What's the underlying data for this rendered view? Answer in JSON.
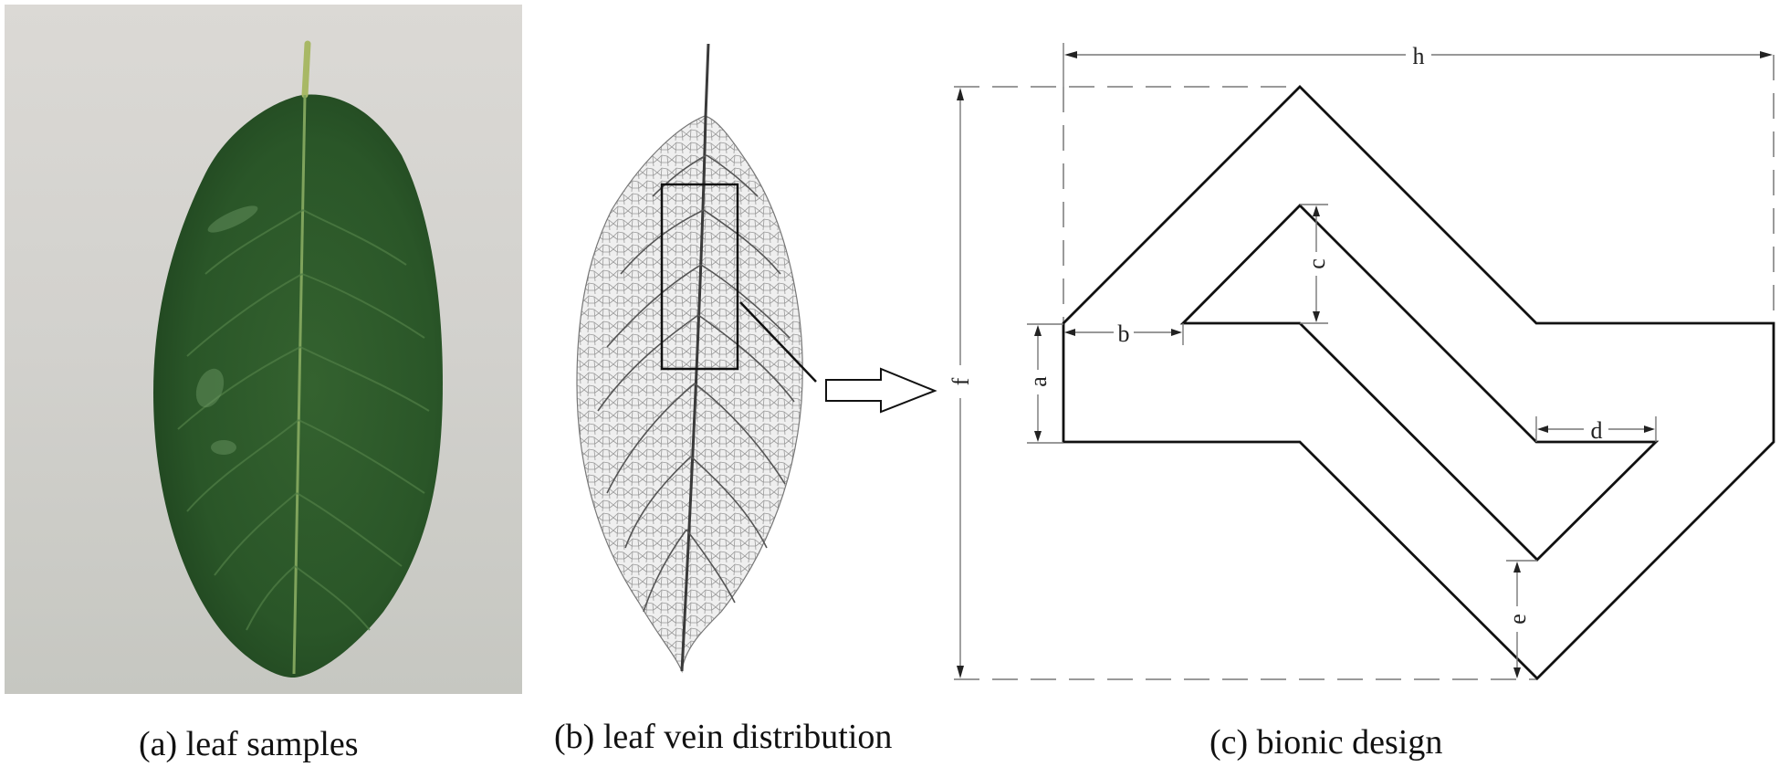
{
  "figure": {
    "panels": [
      {
        "id": "a",
        "caption": "(a) leaf samples",
        "content": "photo of a green leaf on grey background",
        "colors": {
          "background": "#d6d4cf",
          "leaf": "#2d5a2a",
          "leaf_dark": "#1f4420",
          "midrib": "#8fae6a"
        }
      },
      {
        "id": "b",
        "caption": "(b) leaf vein distribution",
        "content": "leaf skeleton showing vein network with highlighted rectangular region and arrow pointing to panel (c)",
        "colors": {
          "vein": "#555555",
          "midrib": "#333333",
          "highlight_box": "#111111"
        }
      },
      {
        "id": "c",
        "caption": "(c) bionic design",
        "content": "bionic Z-shaped / zigzag structure with dimension labels",
        "dimension_labels": [
          "a",
          "b",
          "c",
          "d",
          "e",
          "f",
          "h"
        ],
        "colors": {
          "outline": "#111111",
          "dimension": "#777777",
          "dashed": "#9a9a9a"
        }
      }
    ]
  },
  "dimensions": {
    "a": "a",
    "b": "b",
    "c": "c",
    "d": "d",
    "e": "e",
    "f": "f",
    "h": "h"
  }
}
